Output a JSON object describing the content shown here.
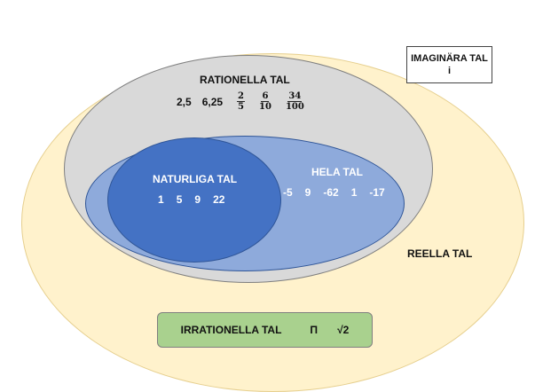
{
  "sets": {
    "reella": {
      "label": "REELLA TAL"
    },
    "rationella": {
      "label": "RATIONELLA TAL",
      "decimals": [
        "2,5",
        "6,25"
      ],
      "fractions": [
        {
          "num": "2",
          "den": "5"
        },
        {
          "num": "6",
          "den": "10"
        },
        {
          "num": "34",
          "den": "100"
        }
      ]
    },
    "hela": {
      "label": "HELA TAL",
      "numbers": [
        "-5",
        "9",
        "-62",
        "1",
        "-17"
      ]
    },
    "naturliga": {
      "label": "NATURLIGA TAL",
      "numbers": [
        "1",
        "5",
        "9",
        "22"
      ]
    },
    "irrationella": {
      "label": "IRRATIONELLA TAL",
      "numbers": [
        "Π",
        "√2"
      ]
    },
    "imaginara": {
      "label": "IMAGINÄRA TAL",
      "symbol": "i"
    }
  },
  "colors": {
    "reella": "#fff2cc",
    "rationella": "#d9d9d9",
    "hela": "#8eaadb",
    "naturliga": "#4472c4",
    "irrationella": "#a9d18e"
  }
}
